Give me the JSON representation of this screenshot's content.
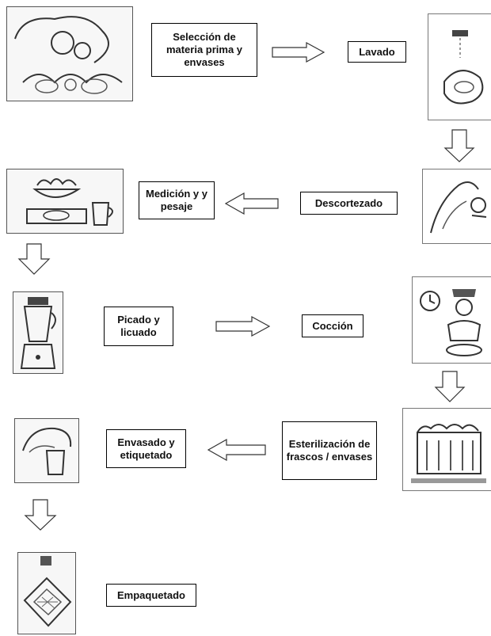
{
  "steps": {
    "seleccion": "Selección de materia prima y envases",
    "lavado": "Lavado",
    "medicion": "Medición y y pesaje",
    "descortezado": "Descortezado",
    "picado": "Picado y licuado",
    "coccion": "Cocción",
    "envasado": "Envasado y etiquetado",
    "esterilizacion": "Esterilización de frascos / envases",
    "empaquetado": "Empaquetado"
  },
  "icons": {
    "seleccion": "produce-basket-illustration",
    "lavado": "washing-illustration",
    "descortezado": "peeling-hands-illustration",
    "medicion": "scale-and-cup-illustration",
    "picado": "blender-illustration",
    "coccion": "cook-with-clock-illustration",
    "esterilizacion": "sterilization-pot-illustration",
    "envasado": "filling-jar-illustration",
    "empaquetado": "packaging-box-illustration"
  }
}
